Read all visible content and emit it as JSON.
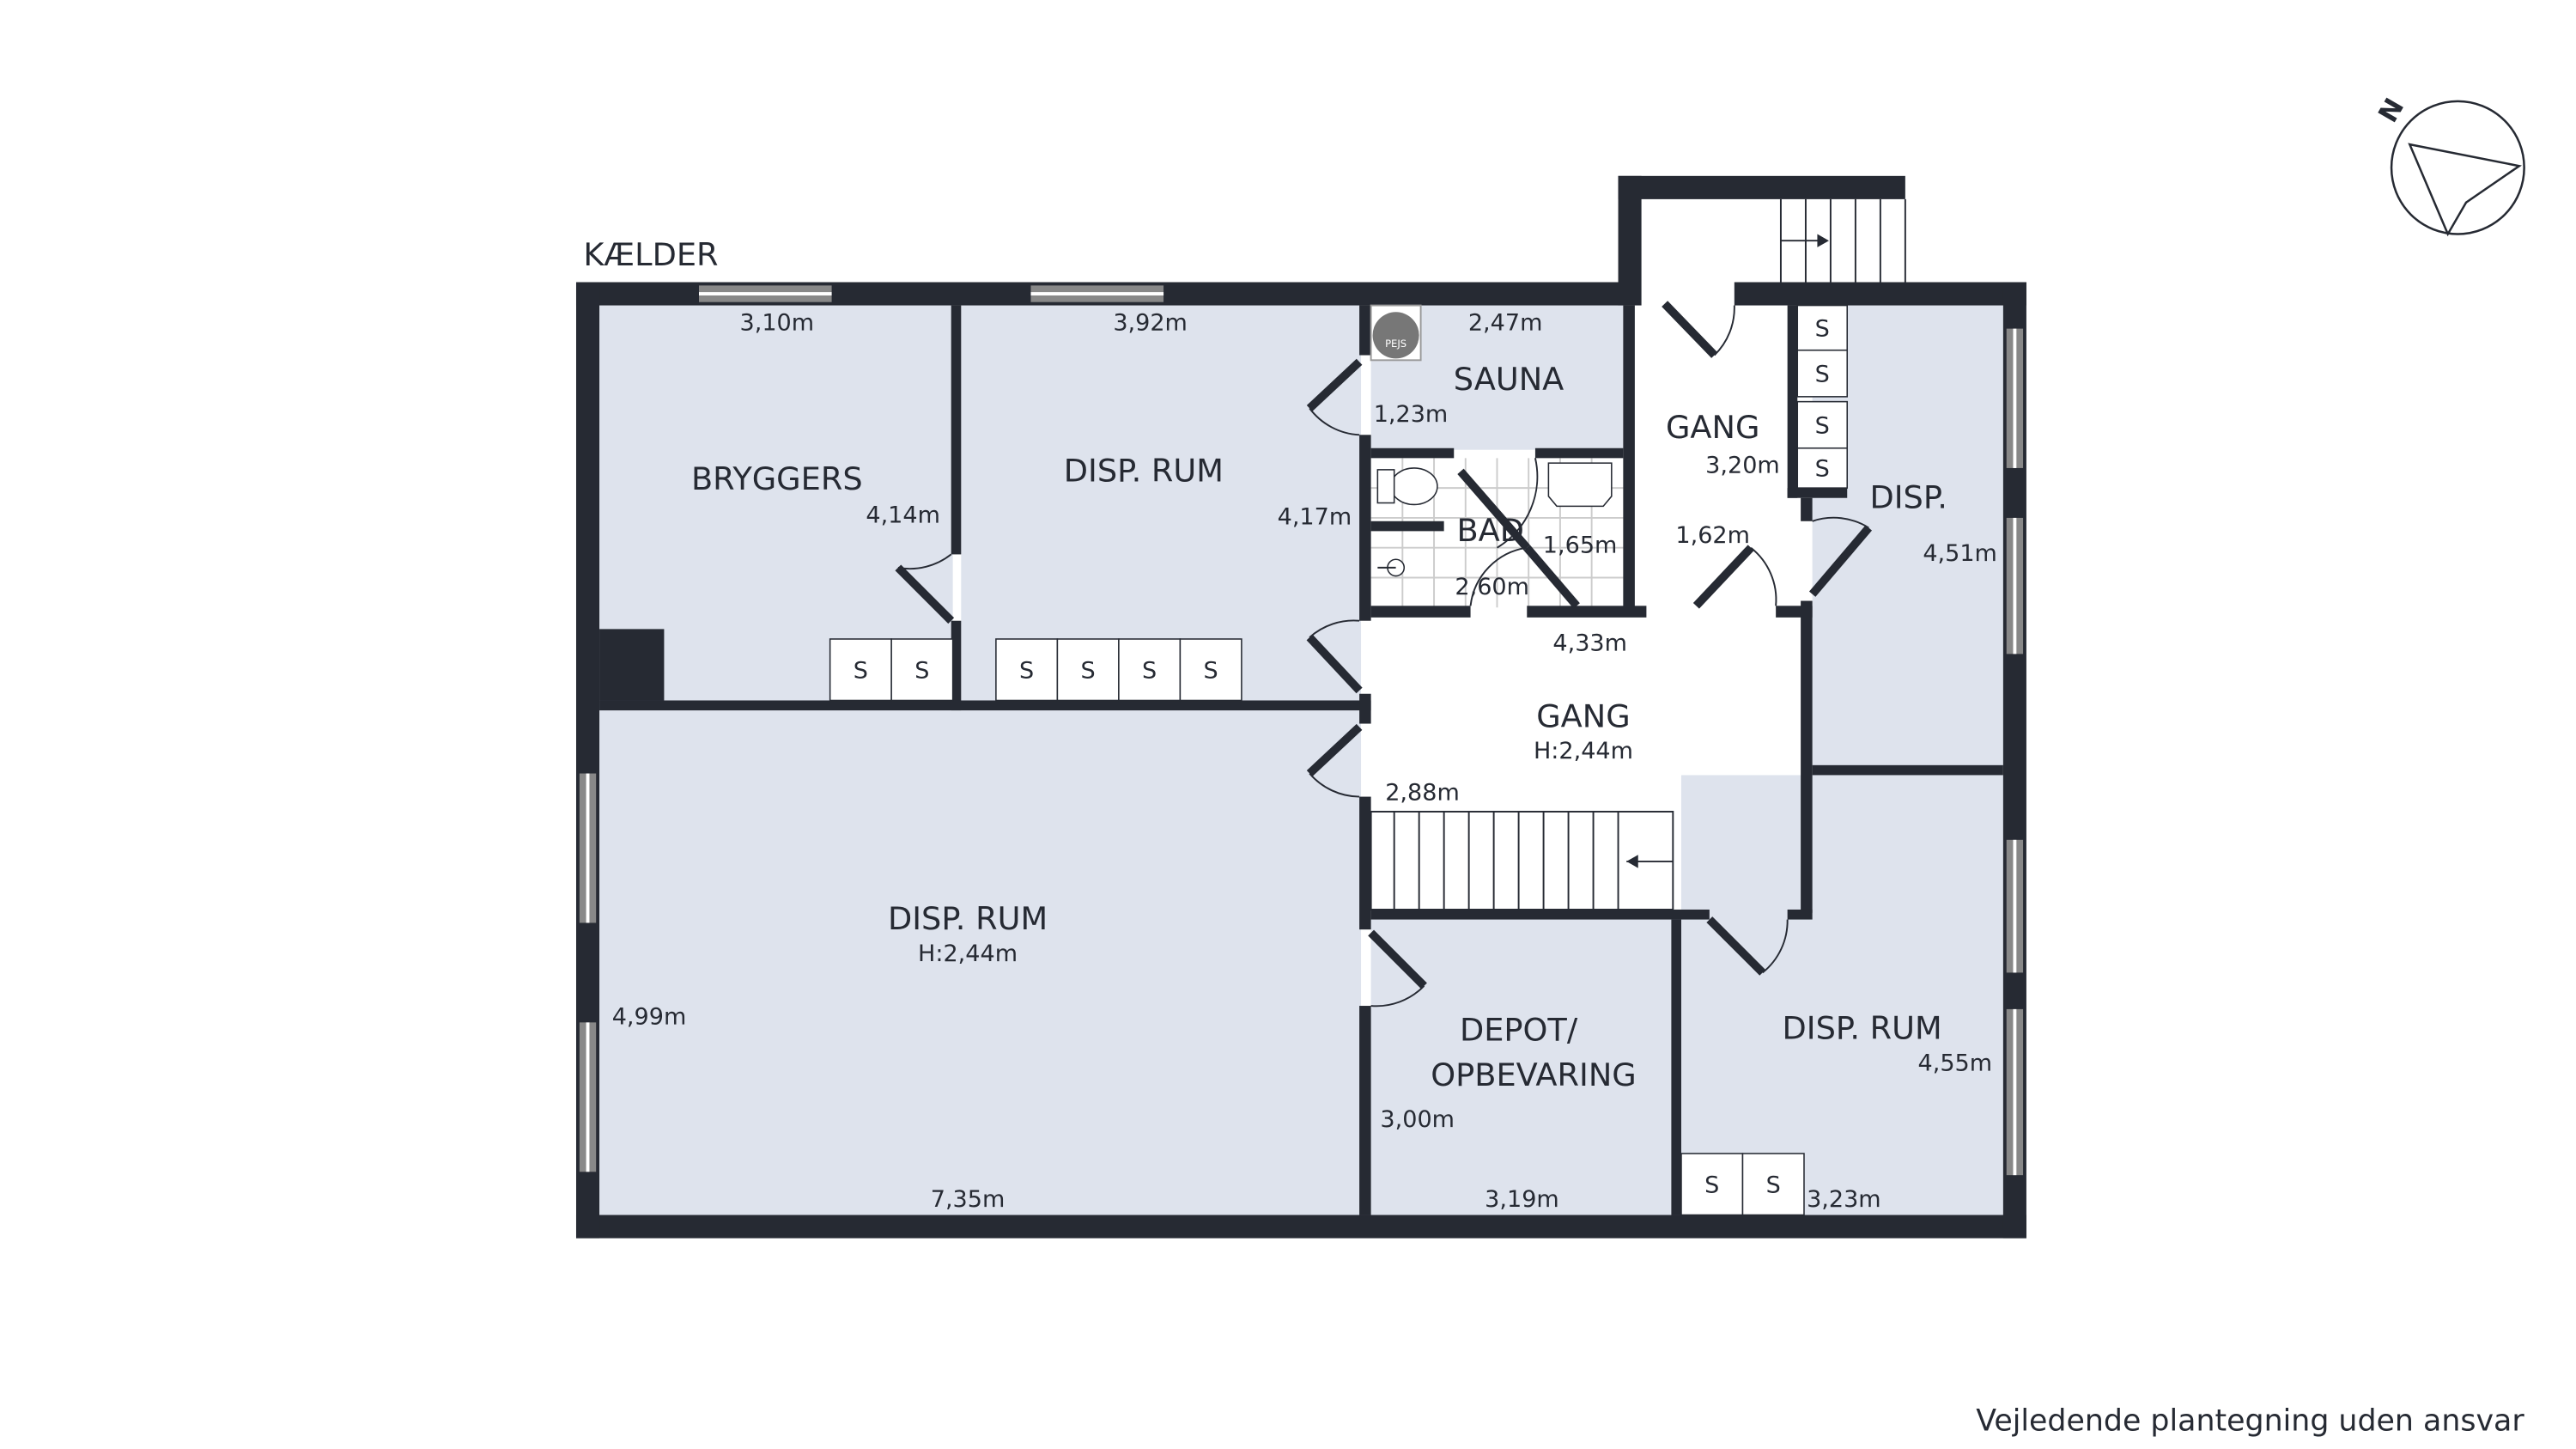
{
  "floor_label": "KÆLDER",
  "footer_note": "Vejledende plantegning uden ansvar",
  "compass": {
    "letter": "N"
  },
  "rooms": {
    "bryggers": {
      "name": "BRYGGERS",
      "dims": [
        "3,10m",
        "4,14m"
      ]
    },
    "disp_rum_top": {
      "name": "DISP. RUM",
      "dims": [
        "3,92m",
        "4,17m"
      ]
    },
    "sauna": {
      "name": "SAUNA",
      "dims": [
        "2,47m",
        "1,23m"
      ],
      "fixture": "PEJS"
    },
    "bad": {
      "name": "BAD",
      "dims": [
        "1,65m",
        "2,60m"
      ]
    },
    "gang_top": {
      "name": "GANG",
      "dims": [
        "3,20m",
        "1,62m"
      ]
    },
    "disp": {
      "name": "DISP.",
      "dims": [
        "4,51m"
      ]
    },
    "gang_main": {
      "name": "GANG",
      "height": "H:2,44m",
      "dims": [
        "4,33m",
        "2,88m"
      ]
    },
    "disp_rum_big": {
      "name": "DISP. RUM",
      "height": "H:2,44m",
      "dims": [
        "4,99m",
        "7,35m"
      ]
    },
    "depot": {
      "name_line1": "DEPOT/",
      "name_line2": "OPBEVARING",
      "dims": [
        "3,00m",
        "3,19m"
      ]
    },
    "disp_rum_right": {
      "name": "DISP. RUM",
      "dims": [
        "4,55m",
        "3,23m"
      ]
    }
  },
  "storage_label": "S"
}
